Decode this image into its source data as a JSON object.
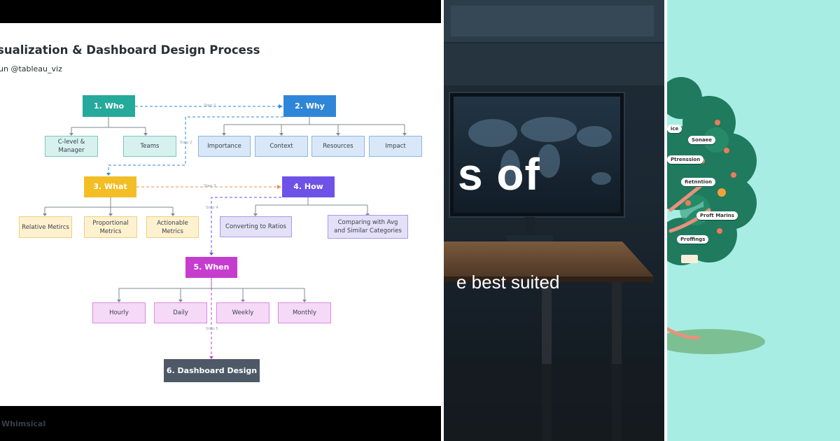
{
  "diagram": {
    "title": "sualization & Dashboard Design Process",
    "subtitle": "un @tableau_viz",
    "footer": "Whimsical",
    "colors": {
      "teal": "#25a99b",
      "blue": "#2f86d8",
      "yellow": "#f3be25",
      "indigo": "#6e52e8",
      "magenta": "#c63ccf",
      "slate": "#4d5966"
    },
    "main_nodes": {
      "who": "1. Who",
      "why": "2. Why",
      "what": "3. What",
      "how": "4. How",
      "when": "5. When",
      "design": "6. Dashboard Design"
    },
    "who_children": [
      "C-level & Manager",
      "Teams"
    ],
    "why_children": [
      "Importance",
      "Context",
      "Resources",
      "Impact"
    ],
    "what_children": [
      "Relative Metircs",
      "Proportional Metrics",
      "Actionable Metrics"
    ],
    "how_children": [
      "Converting to Ratios",
      "Comparing with Avg and Similar Categories"
    ],
    "when_children": [
      "Hourly",
      "Daily",
      "Weekly",
      "Monthly"
    ],
    "steps": [
      "Step 1",
      "Step 2",
      "Step 3",
      "Step 4",
      "Step 5"
    ]
  },
  "middle": {
    "headline": "s of",
    "subline": "e best suited"
  },
  "right": {
    "tags": [
      "ice",
      "Sonaee",
      "Ptrenssion",
      "Retnntion",
      "Proft Marins",
      "Proffings"
    ]
  }
}
